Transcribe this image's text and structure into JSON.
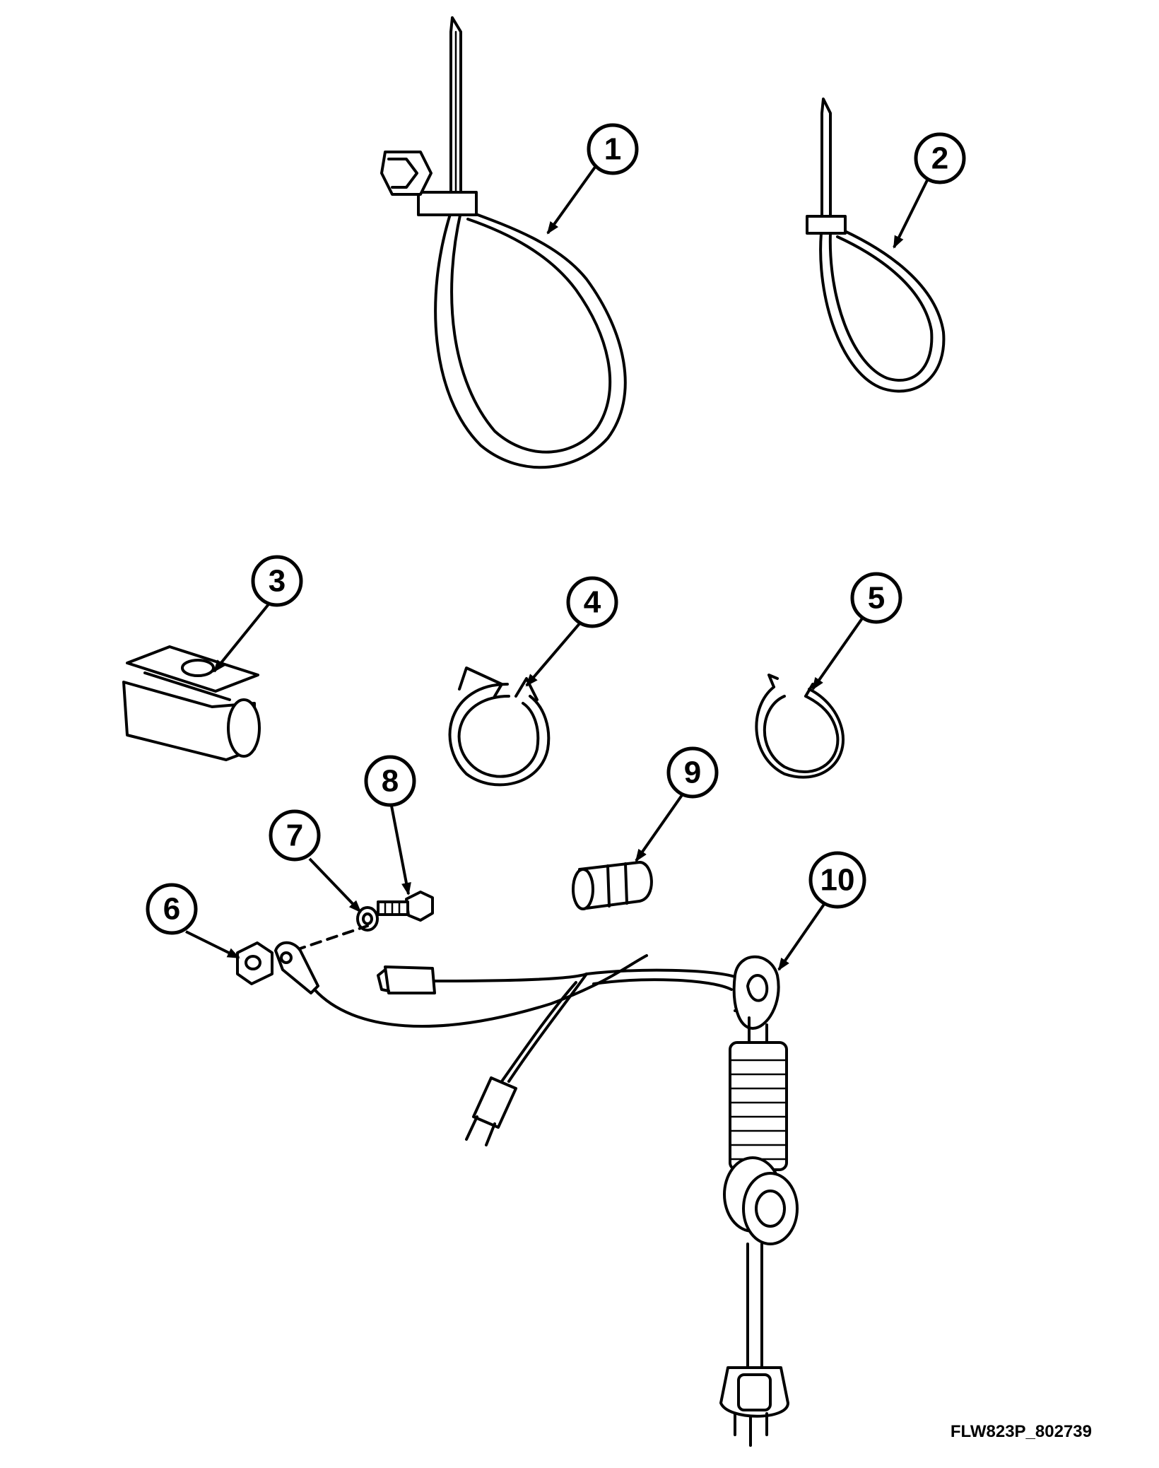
{
  "callouts": [
    "1",
    "2",
    "3",
    "4",
    "5",
    "6",
    "7",
    "8",
    "9",
    "10"
  ],
  "drawing_id": "FLW823P_802739"
}
